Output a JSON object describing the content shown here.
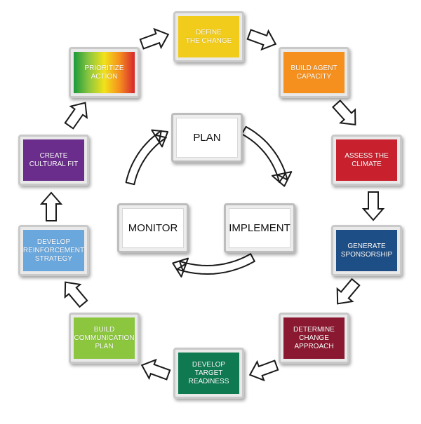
{
  "diagram": {
    "outer_cycle": [
      {
        "id": "define",
        "label": "DEFINE\nTHE CHANGE",
        "color": "#f2cc1a"
      },
      {
        "id": "build-agent",
        "label": "BUILD AGENT\nCAPACITY",
        "color": "#f5901e"
      },
      {
        "id": "assess",
        "label": "ASSESS THE\nCLIMATE",
        "color": "#c8202c"
      },
      {
        "id": "sponsorship",
        "label": "GENERATE\nSPONSORSHIP",
        "color": "#1e4e86"
      },
      {
        "id": "approach",
        "label": "DETERMINE\nCHANGE\nAPPROACH",
        "color": "#8a1830"
      },
      {
        "id": "readiness",
        "label": "DEVELOP\nTARGET\nREADINESS",
        "color": "#0f7a52"
      },
      {
        "id": "communication",
        "label": "BUILD\nCOMMUNICATION\nPLAN",
        "color": "#8cc63f"
      },
      {
        "id": "reinforcement",
        "label": "DEVELOP\nREINFORCEMENT\nSTRATEGY",
        "color": "#6aa7dc"
      },
      {
        "id": "cultural",
        "label": "CREATE\nCULTURAL FIT",
        "color": "#6a2d8c"
      },
      {
        "id": "prioritize",
        "label": "PRIORITIZE\nACTION",
        "color": "rainbow"
      }
    ],
    "inner_cycle": [
      {
        "id": "plan",
        "label": "PLAN"
      },
      {
        "id": "implement",
        "label": "IMPLEMENT"
      },
      {
        "id": "monitor",
        "label": "MONITOR"
      }
    ],
    "colors": {
      "arrow_fill": "#ffffff",
      "arrow_stroke": "#1a1a1a",
      "box_frame": "#c9c9c9",
      "rainbow_stops": [
        "#1a9a3c",
        "#8cc63f",
        "#f2e21a",
        "#f5901e",
        "#d7262e"
      ]
    }
  }
}
